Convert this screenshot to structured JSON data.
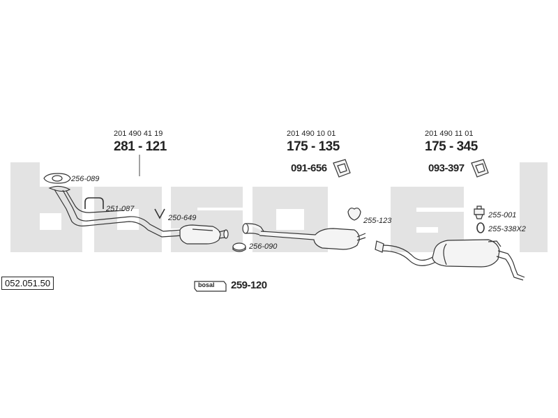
{
  "diagram": {
    "watermark": "bosal",
    "reference": "052.051.50",
    "groups": [
      {
        "oem": "201 490 41 19",
        "part": "281 - 121"
      },
      {
        "oem": "201 490 10 01",
        "part": "175 - 135",
        "hanger": "091-656"
      },
      {
        "oem": "201 490 11 01",
        "part": "175 - 345",
        "hanger": "093-397"
      }
    ],
    "small_parts": [
      "256-089",
      "251-087",
      "250-649",
      "256-090",
      "255-123",
      "255-001",
      "255-338X2"
    ],
    "kit": {
      "badge": "bosal",
      "part": "259-120"
    }
  }
}
